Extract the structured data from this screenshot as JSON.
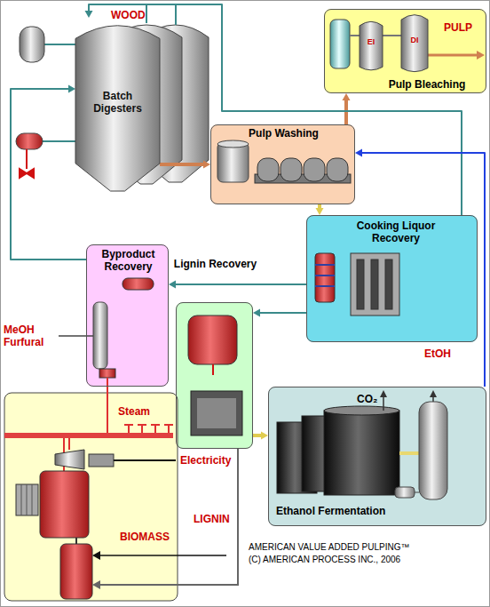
{
  "diagram": {
    "nodes": [
      {
        "text": [
          "Pulp Bleaching"
        ]
      },
      {
        "text": [
          "EI"
        ],
        "in": 0
      },
      {
        "text": [
          "DI"
        ],
        "in": 0
      },
      {
        "text": [
          "Batch Digesters"
        ]
      },
      {
        "text": [
          "Pulp Washing"
        ]
      },
      {
        "text": [
          "Cooking Liquor Recovery"
        ]
      },
      {
        "text": [
          "Byproduct Recovery"
        ]
      },
      {
        "text": [
          "Lignin Recovery"
        ]
      },
      {
        "text": [
          "Ethanol Fermentation"
        ]
      }
    ],
    "edges": [
      {
        "from": 3,
        "to": 4,
        "arrow": "to"
      },
      {
        "from": 4,
        "to": 0,
        "arrow": "to"
      },
      {
        "from": 4,
        "to": 5,
        "arrow": "to"
      },
      {
        "from": 5,
        "to": 3,
        "arrow": "to"
      },
      {
        "from": 5,
        "to": 6,
        "arrow": "to"
      },
      {
        "from": 6,
        "to": 3,
        "arrow": "to"
      },
      {
        "from": 5,
        "to": 7,
        "arrow": "to"
      },
      {
        "from": 7,
        "to": 8,
        "arrow": "to"
      },
      {
        "from": 8,
        "to": 4,
        "arrow": "to"
      }
    ],
    "labels": [
      "WOOD",
      "PULP",
      "MeOH Furfural",
      "EtOH",
      "CO₂",
      "Steam",
      "Electricity",
      "LIGNIN",
      "BIOMASS",
      "AMERICAN VALUE ADDED PULPING™",
      "(C) AMERICAN PROCESS INC., 2006"
    ]
  }
}
